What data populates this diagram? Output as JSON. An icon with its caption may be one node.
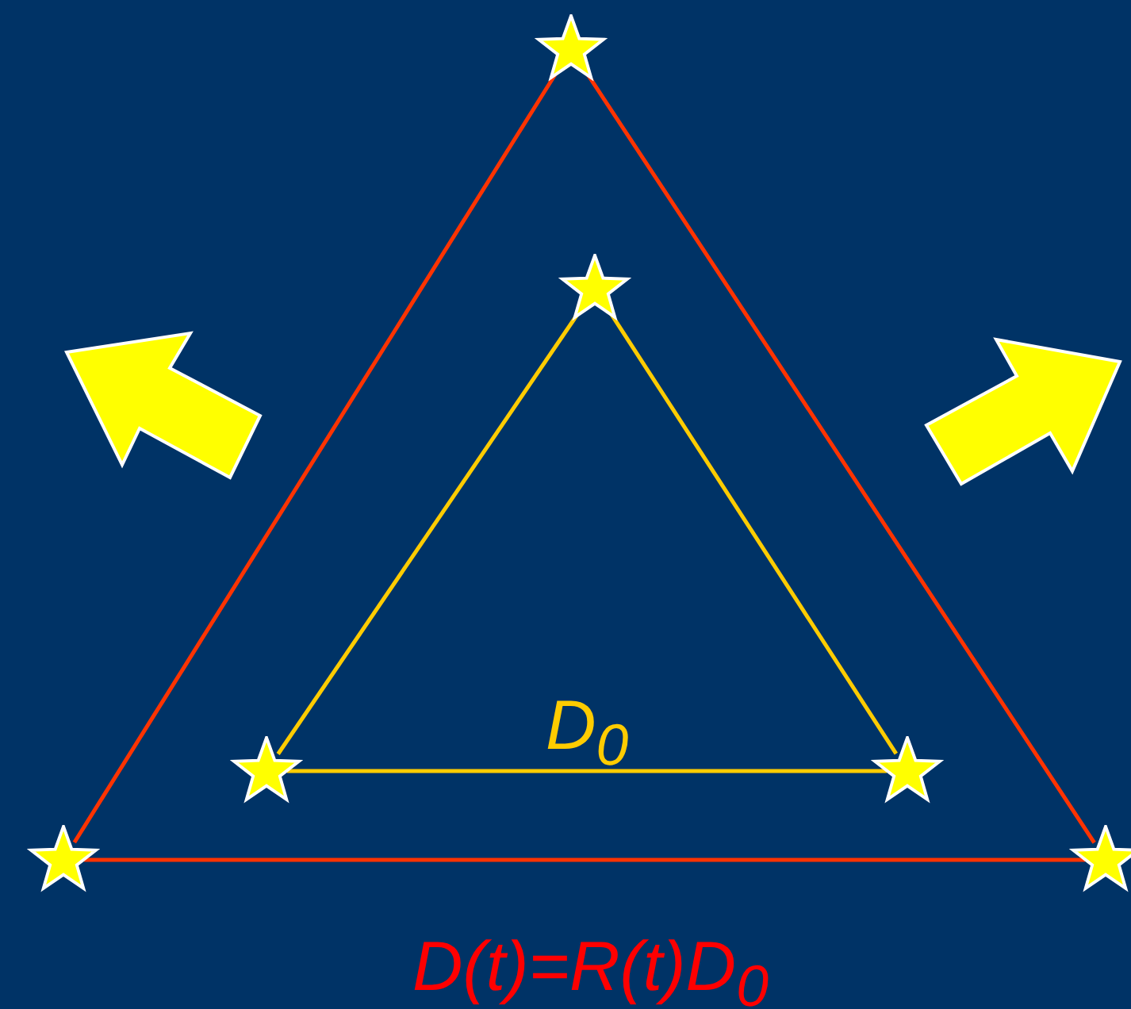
{
  "diagram": {
    "nodes": [
      {
        "text": [],
        "shape": "star"
      },
      {
        "text": [],
        "shape": "star"
      },
      {
        "text": [],
        "shape": "star"
      },
      {
        "text": [],
        "shape": "star"
      },
      {
        "text": [],
        "shape": "star"
      },
      {
        "text": [],
        "shape": "star"
      }
    ],
    "edges": [
      {
        "from": 0,
        "to": 4,
        "arrow": "none",
        "color": "#ff3300"
      },
      {
        "from": 0,
        "to": 5,
        "arrow": "none",
        "color": "#ff3300"
      },
      {
        "from": 4,
        "to": 5,
        "arrow": "none",
        "color": "#ff3300"
      },
      {
        "from": 1,
        "to": 2,
        "arrow": "none",
        "color": "#ffcc00"
      },
      {
        "from": 1,
        "to": 3,
        "arrow": "none",
        "color": "#ffcc00"
      },
      {
        "from": 2,
        "to": 3,
        "arrow": "none",
        "color": "#ffcc00"
      }
    ],
    "labels": [
      "D$_{0}$",
      "D(t)=R(t)D$_{0}$"
    ]
  }
}
